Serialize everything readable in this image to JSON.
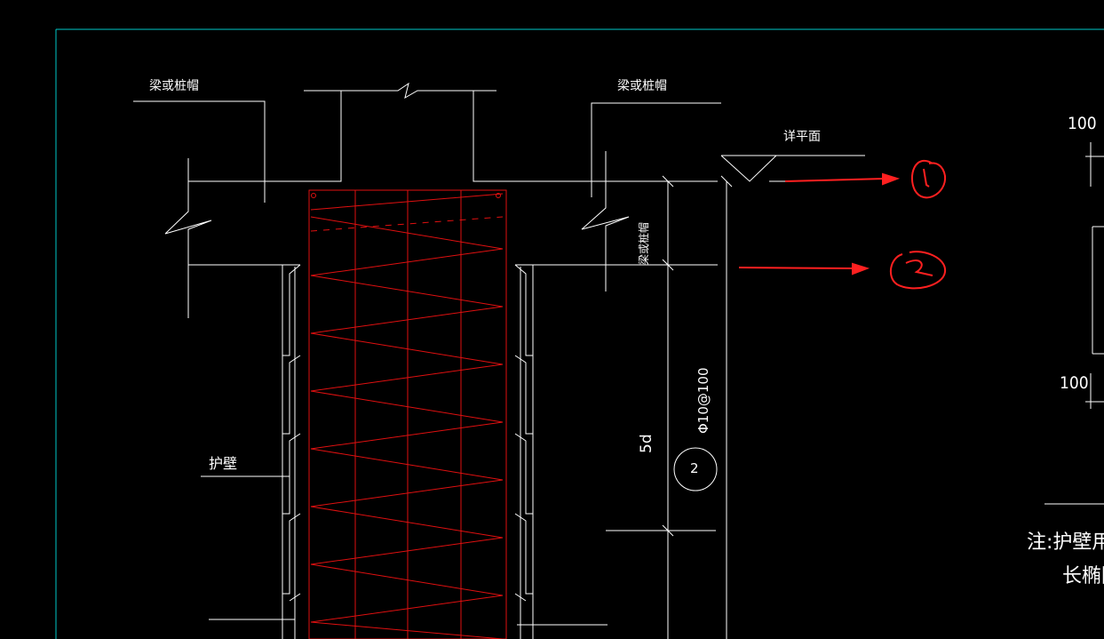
{
  "labels": {
    "beam_left": "梁或桩帽",
    "beam_right": "梁或桩帽",
    "ground": "详平面",
    "beam_vertical": "梁或桩帽",
    "wall": "护壁",
    "rebar_spec": "Φ10@100",
    "anchor_length": "5d",
    "bubble": "2",
    "dim_top": "100",
    "dim_mid": "100",
    "note_line1": "注:护壁用于土",
    "note_line2": "长椭圆桩"
  },
  "colors": {
    "background": "#000000",
    "linework": "#ffffff",
    "rebar": "#e01010",
    "frame": "#00c8c8",
    "markup": "#ff2020"
  }
}
